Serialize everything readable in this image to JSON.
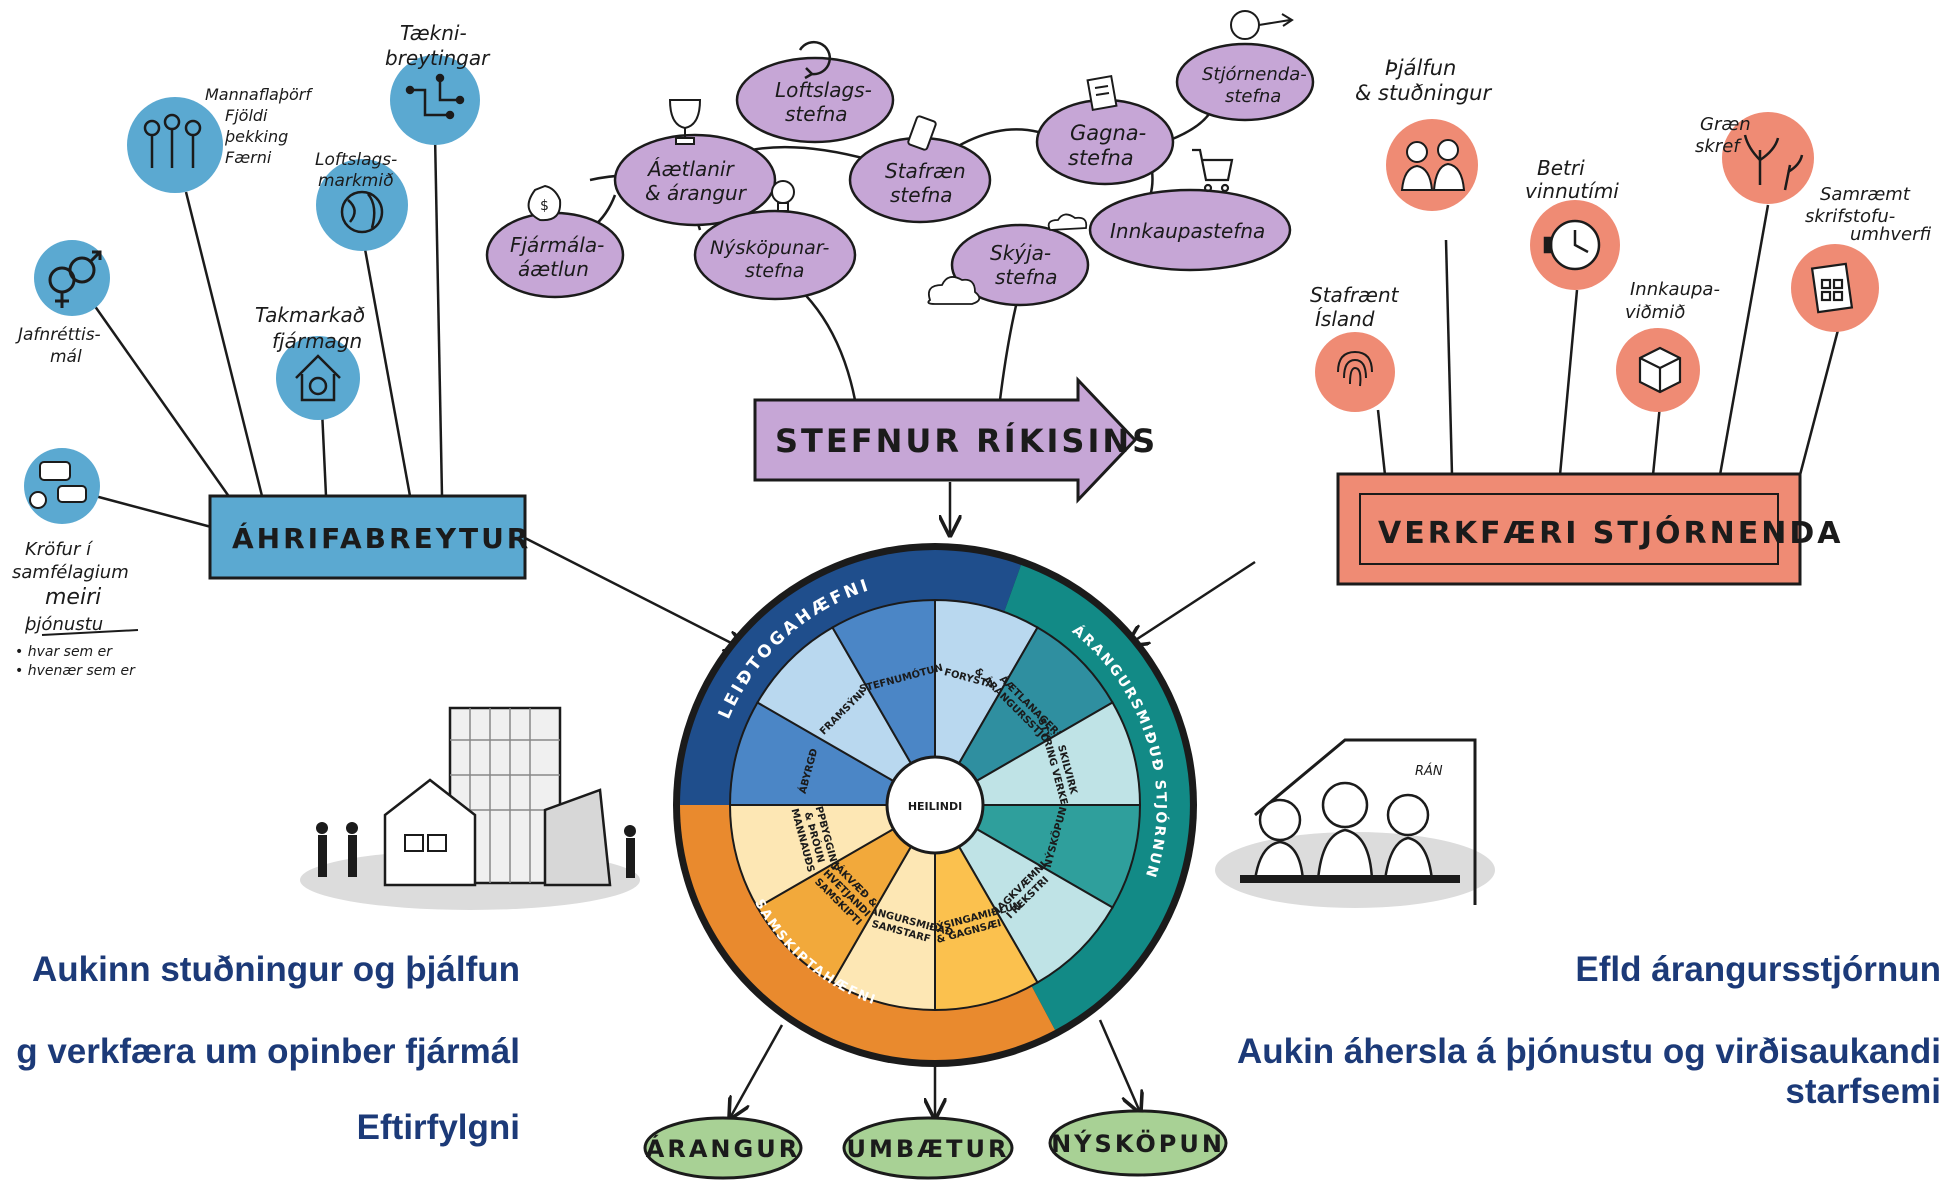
{
  "colors": {
    "blue_circle": "#5ba9d1",
    "purple_bubble": "#c6a6d6",
    "salmon_circle": "#ef8b74",
    "green_bubble": "#a8d195",
    "wheel_dark_blue": "#1f4e8c",
    "wheel_teal": "#128a86",
    "wheel_orange": "#e98a2e",
    "caption_blue": "#1c3a78"
  },
  "center_arrow": {
    "label": "STEFNUR RÍKISINS"
  },
  "left_box": {
    "label": "ÁHRIFABREYTUR"
  },
  "right_box": {
    "label": "VERKFÆRI STJÓRNENDA"
  },
  "left_items": [
    {
      "label_lines": [
        "Kröfur í",
        "samfélagium",
        "meiri",
        "þjónustu",
        "• hvar sem er",
        "• hvenær sem er"
      ],
      "icon": "chat-icon"
    },
    {
      "label_lines": [
        "Jafnréttis-",
        "mál"
      ],
      "icon": "gender-icon"
    },
    {
      "label_lines": [
        "Mannaflaþörf",
        "Fjöldi",
        "þekking",
        "Færni"
      ],
      "icon": "people-icon"
    },
    {
      "label_lines": [
        "Loftslags-",
        "markmið"
      ],
      "icon": "globe-icon"
    },
    {
      "label_lines": [
        "Tækni-",
        "breytingar"
      ],
      "icon": "circuit-icon"
    },
    {
      "label_lines": [
        "Takmarkað",
        "fjármagn"
      ],
      "icon": "house-money-icon"
    }
  ],
  "policy_bubbles": [
    {
      "label_lines": [
        "Fjármála-",
        "áætlun"
      ],
      "icon": "money-bag-icon"
    },
    {
      "label_lines": [
        "Áætlanir",
        "& árangur"
      ],
      "icon": "trophy-icon"
    },
    {
      "label_lines": [
        "Loftslags-",
        "stefna"
      ],
      "icon": "recycle-icon"
    },
    {
      "label_lines": [
        "Nýsköpunar-",
        "stefna"
      ],
      "icon": "lightbulb-icon"
    },
    {
      "label_lines": [
        "Stafræn",
        "stefna"
      ],
      "icon": "phone-icon"
    },
    {
      "label_lines": [
        "Skýja-",
        "stefna"
      ],
      "icon": "cloud-icon"
    },
    {
      "label_lines": [
        "Gagna-",
        "stefna"
      ],
      "icon": "document-icon"
    },
    {
      "label_lines": [
        "Stjórnenda-",
        "stefna"
      ],
      "icon": "manager-icon"
    },
    {
      "label_lines": [
        "Innkaupastefna"
      ],
      "icon": "cart-icon"
    }
  ],
  "right_items": [
    {
      "label_lines": [
        "Stafrænt",
        "Ísland"
      ],
      "icon": "fingerprint-icon"
    },
    {
      "label_lines": [
        "Þjálfun",
        "& stuðningur"
      ],
      "icon": "coaching-icon"
    },
    {
      "label_lines": [
        "Betri",
        "vinnutími"
      ],
      "icon": "clock-icon"
    },
    {
      "label_lines": [
        "Innkaupa-",
        "viðmið"
      ],
      "icon": "box-icon"
    },
    {
      "label_lines": [
        "Græn",
        "skref"
      ],
      "icon": "plant-icon"
    },
    {
      "label_lines": [
        "Samræmt",
        "skrifstofu-",
        "umhverfi"
      ],
      "icon": "floorplan-icon"
    }
  ],
  "wheel": {
    "center_label": "HEILINDI",
    "rings": [
      "LEIÐTOGAHÆFNI",
      "ÁRANGURSMIÐUÐ STJÓRNUN",
      "SAMSKIPTAHÆFNI"
    ],
    "segments": [
      {
        "lines": [
          "FORYSTA"
        ]
      },
      {
        "lines": [
          "ÁÆTLANAGERÐ",
          "& ÁRANGURSSTJÓRNUN"
        ]
      },
      {
        "lines": [
          "SKILVIRK",
          "STÝRING VERKEFNA"
        ]
      },
      {
        "lines": [
          "NÝSKÖPUN"
        ]
      },
      {
        "lines": [
          "HAGKVÆMNI",
          "Í REKSTRI"
        ]
      },
      {
        "lines": [
          "UPPLÝSINGAMIÐLUN",
          "& GAGNSÆI"
        ]
      },
      {
        "lines": [
          "ÁRANGURSMIÐAÐ",
          "SAMSTARF"
        ]
      },
      {
        "lines": [
          "JÁKVÆÐ &",
          "HVETJANDI",
          "SAMSKIPTI"
        ]
      },
      {
        "lines": [
          "UPPBYGGING",
          "& ÞRÓUN",
          "MANNAUÐS"
        ]
      },
      {
        "lines": [
          "ÁBYRGÐ"
        ]
      },
      {
        "lines": [
          "FRAMSÝNI"
        ]
      },
      {
        "lines": [
          "STEFNUMÓTUN"
        ]
      }
    ]
  },
  "outcomes": [
    "ÁRANGUR",
    "UMBÆTUR",
    "NÝSKÖPUN"
  ],
  "scene_labels": {
    "roof_sign": "RÁN"
  },
  "captions_left": [
    "Aukinn stuðningur og þjálfun",
    "g verkfæra um opinber fjármál",
    "Eftirfylgni"
  ],
  "captions_right": [
    "Efld árangursstjórnun",
    "Aukin áhersla á þjónustu og virðisaukandi starfsemi"
  ]
}
